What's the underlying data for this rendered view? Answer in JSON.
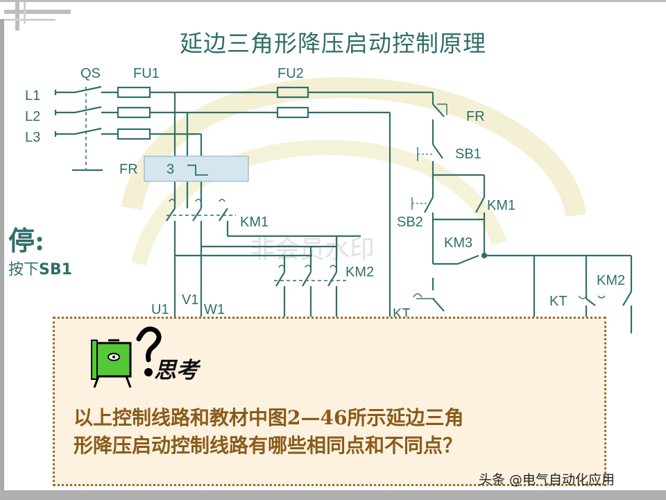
{
  "slide": {
    "title": "延边三角形降压启动控制原理",
    "watermark": "非会员水印",
    "stop_heading": "停:",
    "stop_action_prefix": "按下",
    "stop_action_button": "SB1",
    "think_label": "思考",
    "question_line1": "以上控制线路和教材中图2—46所示延边三角",
    "question_line2": "形降压启动控制线路有哪些相同点和不同点？",
    "credit": "头条 @电气自动化应用"
  },
  "diagram": {
    "labels": {
      "qs": "QS",
      "fu1": "FU1",
      "fu2": "FU2",
      "l1": "L1",
      "l2": "L2",
      "l3": "L3",
      "fr_main": "FR",
      "fr_count": "3",
      "km1_main": "KM1",
      "km2_main": "KM2",
      "u1": "U1",
      "v1": "V1",
      "w1": "W1",
      "fr_ctrl": "FR",
      "sb1": "SB1",
      "sb2": "SB2",
      "km1_ctrl": "KM1",
      "km3_ctrl": "KM3",
      "km2_ctrl": "KM2",
      "kt_ctrl": "KT",
      "kt_lower": "KT"
    }
  },
  "colors": {
    "wire": "#2f6e6a",
    "frame": "#a0a0a0",
    "box_fill": "#fdf2df",
    "box_border": "#9c6a33",
    "question_text": "#8a5a1a",
    "fr_block": "#d6e6f0"
  },
  "icons": {
    "thinking": "thinking-computer-icon"
  }
}
